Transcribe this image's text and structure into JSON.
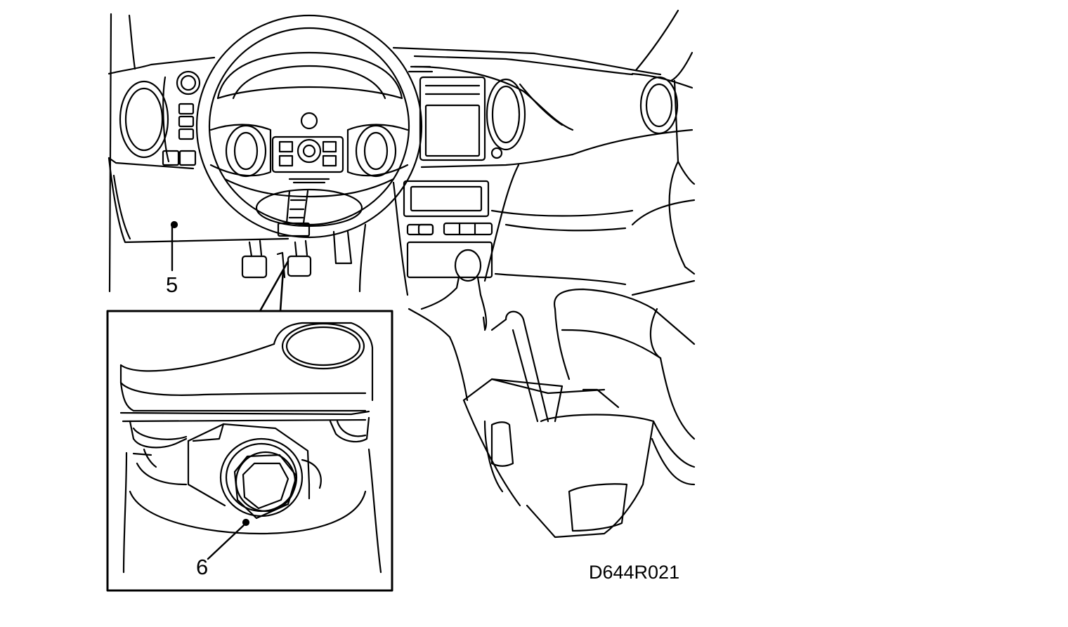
{
  "diagram": {
    "callouts": [
      {
        "id": "5",
        "label": "5"
      },
      {
        "id": "6",
        "label": "6"
      }
    ],
    "figure_code": "D644R021",
    "line_color": "#000000",
    "background_color": "#ffffff"
  }
}
